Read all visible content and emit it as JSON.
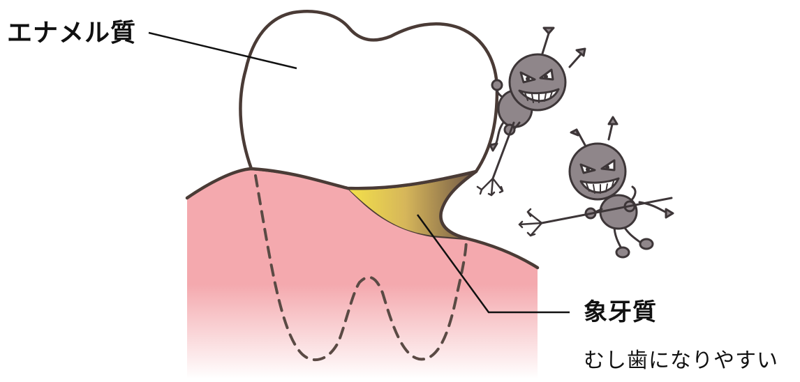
{
  "labels": {
    "enamel": "エナメル質",
    "dentin": "象牙質",
    "dentin_note": "むし歯になりやすい"
  },
  "colors": {
    "outline": "#4a3b36",
    "gum_top": "#f4a9ae",
    "gum_bottom": "#ffffff",
    "dentin_light": "#f4e24a",
    "dentin_dark": "#7d6452",
    "devil_body": "#8f868a",
    "devil_outline": "#3d3638"
  },
  "icons": {
    "devil_left": "bacteria-devil-icon",
    "devil_right": "bacteria-devil-icon"
  }
}
